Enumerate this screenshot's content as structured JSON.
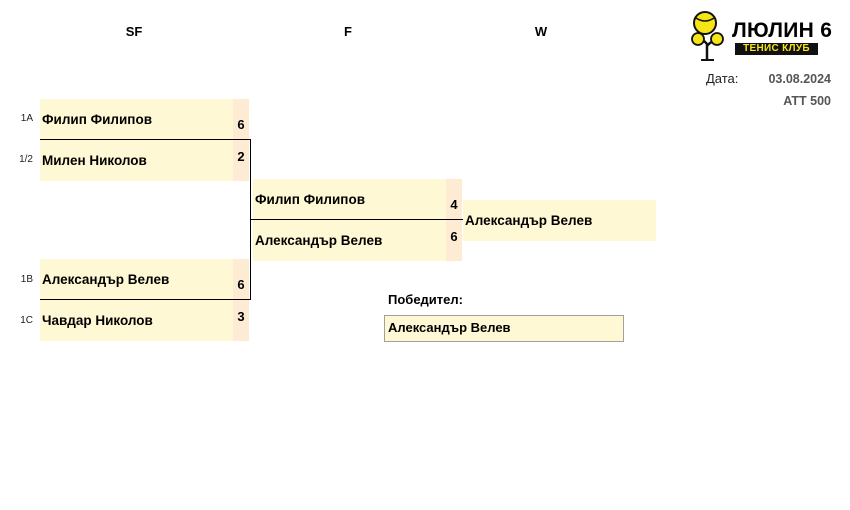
{
  "header": {
    "rounds": [
      "SF",
      "F",
      "W"
    ]
  },
  "logo": {
    "title": "ЛЮЛИН 6",
    "subtitle": "ТЕНИС КЛУБ",
    "icon": "tennis-ball-tree-icon",
    "colors": {
      "ball": "#f5e516",
      "trunk": "#111111"
    }
  },
  "meta": {
    "date_label": "Дата:",
    "date_value": "03.08.2024",
    "category": "ATT 500"
  },
  "semifinals": [
    {
      "seed": "1A",
      "player": "Филип Филипов",
      "score": "6"
    },
    {
      "seed": "1/2",
      "player": "Милен Николов",
      "score": "2"
    },
    {
      "seed": "1B",
      "player": "Александър Велев",
      "score": "6"
    },
    {
      "seed": "1C",
      "player": "Чавдар Николов",
      "score": "3"
    }
  ],
  "final": [
    {
      "player": "Филип Филипов",
      "score": "4"
    },
    {
      "player": "Александър Велев",
      "score": "6"
    }
  ],
  "w": {
    "player": "Александър Велев"
  },
  "winner": {
    "label": "Победител:",
    "value": "Александър Велев"
  },
  "colors": {
    "name_bg": "#fff8d4",
    "score_bg": "#fdebd3"
  }
}
